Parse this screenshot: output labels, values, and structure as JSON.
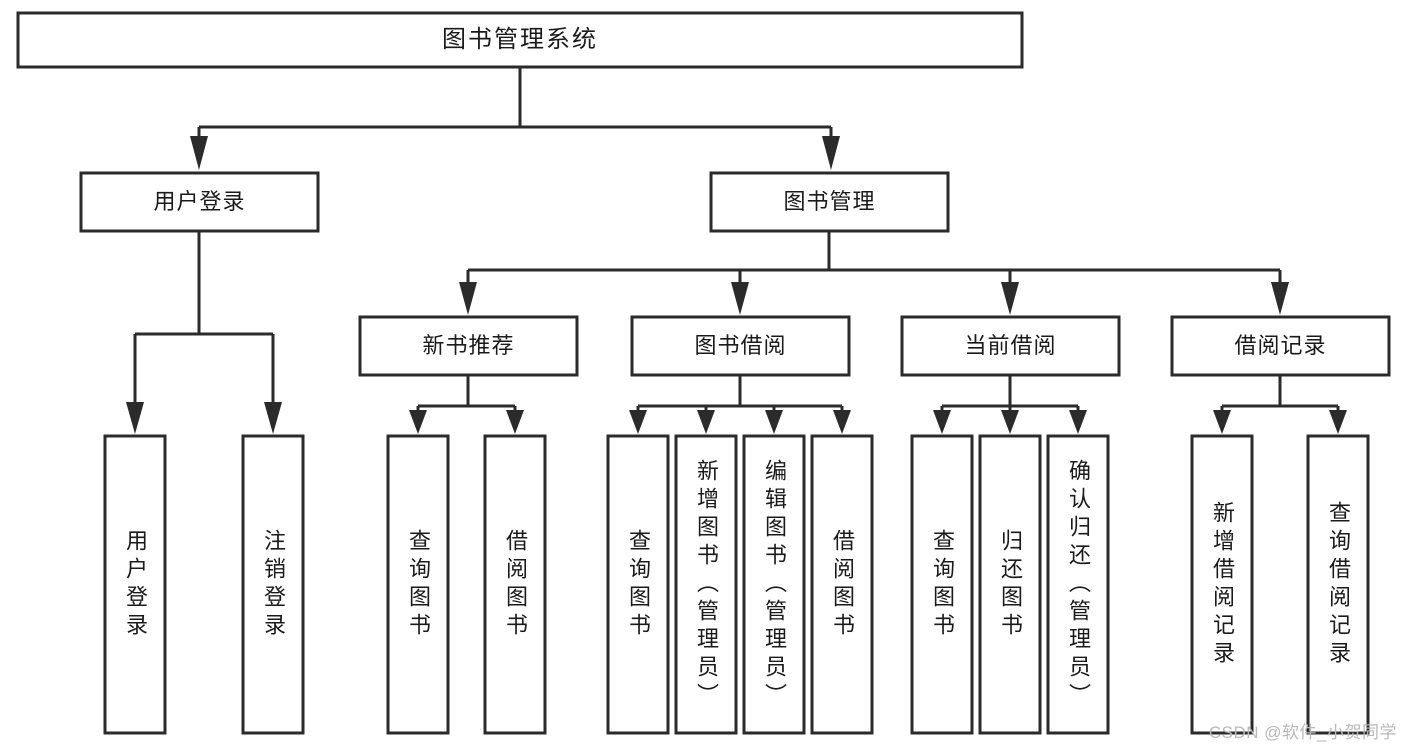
{
  "diagram": {
    "title": "图书管理系统",
    "type": "tree-hierarchy",
    "watermark": "CSDN @软件_小贺同学",
    "root": {
      "id": "root",
      "label": "图书管理系统",
      "orientation": "horizontal"
    },
    "level2": [
      {
        "id": "user-login",
        "label": "用户登录",
        "orientation": "horizontal"
      },
      {
        "id": "book-manage",
        "label": "图书管理",
        "orientation": "horizontal"
      }
    ],
    "level3": [
      {
        "id": "new-book-recommend",
        "label": "新书推荐",
        "orientation": "horizontal",
        "parent": "book-manage"
      },
      {
        "id": "book-borrow",
        "label": "图书借阅",
        "orientation": "horizontal",
        "parent": "book-manage"
      },
      {
        "id": "current-borrow",
        "label": "当前借阅",
        "orientation": "horizontal",
        "parent": "book-manage"
      },
      {
        "id": "borrow-record",
        "label": "借阅记录",
        "orientation": "horizontal",
        "parent": "book-manage"
      }
    ],
    "leaves": [
      {
        "id": "leaf-user-login",
        "label": "用户登录",
        "parent": "user-login"
      },
      {
        "id": "leaf-logout",
        "label": "注销登录",
        "parent": "user-login"
      },
      {
        "id": "leaf-query-book-1",
        "label": "查询图书",
        "parent": "new-book-recommend"
      },
      {
        "id": "leaf-borrow-book-1",
        "label": "借阅图书",
        "parent": "new-book-recommend"
      },
      {
        "id": "leaf-query-book-2",
        "label": "查询图书",
        "parent": "book-borrow"
      },
      {
        "id": "leaf-add-book",
        "label": "新增图书（管理员）",
        "parent": "book-borrow"
      },
      {
        "id": "leaf-edit-book",
        "label": "编辑图书（管理员）",
        "parent": "book-borrow"
      },
      {
        "id": "leaf-borrow-book-2",
        "label": "借阅图书",
        "parent": "book-borrow"
      },
      {
        "id": "leaf-query-book-3",
        "label": "查询图书",
        "parent": "current-borrow"
      },
      {
        "id": "leaf-return-book",
        "label": "归还图书",
        "parent": "current-borrow"
      },
      {
        "id": "leaf-confirm-return",
        "label": "确认归还（管理员）",
        "parent": "current-borrow"
      },
      {
        "id": "leaf-add-record",
        "label": "新增借阅记录",
        "parent": "borrow-record"
      },
      {
        "id": "leaf-query-record",
        "label": "查询借阅记录",
        "parent": "borrow-record"
      }
    ],
    "colors": {
      "box_stroke": "#2b2b2b",
      "box_fill": "#ffffff",
      "connector": "#2b2b2b",
      "text": "#1a1a1a",
      "watermark": "#b9b9b9",
      "background": "#ffffff"
    }
  }
}
